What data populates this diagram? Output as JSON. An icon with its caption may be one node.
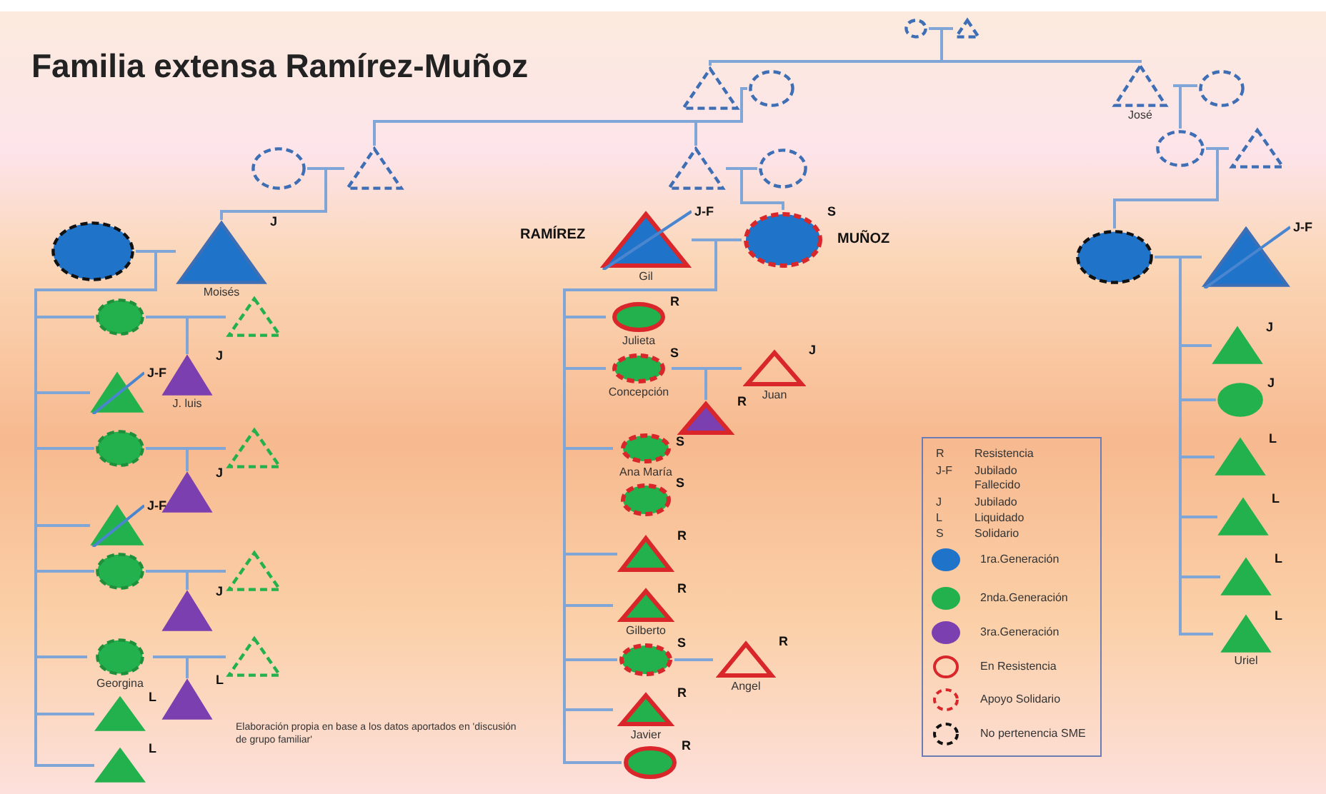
{
  "diagram": {
    "title": "Familia extensa Ramírez-Muñoz",
    "nodes": [
      {
        "text": [],
        "shape": "circle"
      },
      {
        "text": [],
        "shape": "triangle"
      },
      {
        "text": [],
        "shape": "triangle"
      },
      {
        "text": [],
        "shape": "circle"
      },
      {
        "text": [
          "José"
        ]
      },
      {
        "text": [],
        "shape": "circle"
      },
      {
        "text": [],
        "shape": "circle"
      },
      {
        "text": [],
        "shape": "triangle"
      },
      {
        "text": [],
        "shape": "triangle"
      },
      {
        "text": [],
        "shape": "circle"
      },
      {
        "text": [],
        "shape": "circle"
      },
      {
        "text": [],
        "shape": "triangle"
      },
      {
        "text": [],
        "shape": "circle"
      },
      {
        "text": [
          "Moisés"
        ],
        "beside": [
          "J"
        ]
      },
      {
        "text": [
          "Gil"
        ],
        "beside": [
          "J-F",
          "RAMÍREZ"
        ]
      },
      {
        "text": [],
        "shape": "circle",
        "beside": [
          "S",
          "MUÑOZ"
        ]
      },
      {
        "text": [],
        "shape": "circle"
      },
      {
        "text": [],
        "shape": "triangle",
        "beside": [
          "J-F"
        ]
      },
      {
        "text": [],
        "shape": "circle"
      },
      {
        "text": [],
        "shape": "triangle"
      },
      {
        "text": [
          "J. luis"
        ],
        "beside": [
          "J"
        ]
      },
      {
        "text": [],
        "shape": "triangle",
        "beside": [
          "J-F"
        ]
      },
      {
        "text": [],
        "shape": "circle"
      },
      {
        "text": [],
        "shape": "triangle"
      },
      {
        "text": [],
        "shape": "triangle",
        "beside": [
          "J"
        ]
      },
      {
        "text": [],
        "shape": "triangle",
        "beside": [
          "J-F"
        ]
      },
      {
        "text": [],
        "shape": "circle"
      },
      {
        "text": [],
        "shape": "triangle"
      },
      {
        "text": [],
        "shape": "triangle",
        "beside": [
          "J"
        ]
      },
      {
        "text": [
          "Georgina"
        ]
      },
      {
        "text": [],
        "shape": "triangle"
      },
      {
        "text": [],
        "shape": "triangle",
        "beside": [
          "L"
        ]
      },
      {
        "text": [],
        "shape": "triangle",
        "beside": [
          "L"
        ]
      },
      {
        "text": [],
        "shape": "triangle",
        "beside": [
          "L"
        ]
      },
      {
        "text": [
          "Julieta"
        ],
        "beside": [
          "R"
        ]
      },
      {
        "text": [
          "Concepción"
        ],
        "beside": [
          "S"
        ]
      },
      {
        "text": [
          "Juan"
        ],
        "beside": [
          "J"
        ]
      },
      {
        "text": [],
        "shape": "triangle",
        "beside": [
          "R"
        ]
      },
      {
        "text": [
          "Ana María"
        ],
        "beside": [
          "S"
        ]
      },
      {
        "text": [],
        "shape": "circle",
        "beside": [
          "S"
        ]
      },
      {
        "text": [],
        "shape": "triangle",
        "beside": [
          "R"
        ]
      },
      {
        "text": [
          "Gilberto"
        ],
        "beside": [
          "R"
        ]
      },
      {
        "text": [],
        "shape": "circle",
        "beside": [
          "S"
        ]
      },
      {
        "text": [
          "Angel"
        ],
        "beside": [
          "R"
        ]
      },
      {
        "text": [
          "Javier"
        ],
        "beside": [
          "R"
        ]
      },
      {
        "text": [],
        "shape": "circle",
        "beside": [
          "R"
        ]
      },
      {
        "text": [],
        "shape": "triangle",
        "beside": [
          "J"
        ]
      },
      {
        "text": [],
        "shape": "circle",
        "beside": [
          "J"
        ]
      },
      {
        "text": [],
        "shape": "triangle",
        "beside": [
          "L"
        ]
      },
      {
        "text": [],
        "shape": "triangle",
        "beside": [
          "L"
        ]
      },
      {
        "text": [],
        "shape": "triangle",
        "beside": [
          "L"
        ]
      },
      {
        "text": [
          "Uriel"
        ],
        "beside": [
          "L"
        ]
      }
    ],
    "edges": [
      {
        "from": 0,
        "to": 1,
        "arrow": "none"
      },
      {
        "from": 2,
        "to": 3,
        "arrow": "none"
      },
      {
        "from": 4,
        "to": 5,
        "arrow": "none"
      },
      {
        "from": 6,
        "to": 7,
        "arrow": "none"
      },
      {
        "from": 8,
        "to": 9,
        "arrow": "none"
      },
      {
        "from": 10,
        "to": 11,
        "arrow": "none"
      },
      {
        "from": 12,
        "to": 13,
        "arrow": "none"
      },
      {
        "from": 14,
        "to": 15,
        "arrow": "none"
      },
      {
        "from": 16,
        "to": 17,
        "arrow": "none"
      },
      {
        "from": 18,
        "to": 19,
        "arrow": "none"
      },
      {
        "from": 22,
        "to": 23,
        "arrow": "none"
      },
      {
        "from": 26,
        "to": 27,
        "arrow": "none"
      },
      {
        "from": 29,
        "to": 30,
        "arrow": "none"
      },
      {
        "from": 35,
        "to": 36,
        "arrow": "none"
      },
      {
        "from": 42,
        "to": 43,
        "arrow": "none"
      },
      {
        "from": 0,
        "to": 2,
        "arrow": "none"
      },
      {
        "from": 0,
        "to": 4,
        "arrow": "none"
      },
      {
        "from": 2,
        "to": 7,
        "arrow": "none"
      },
      {
        "from": 2,
        "to": 8,
        "arrow": "none"
      },
      {
        "from": 4,
        "to": 10,
        "arrow": "none"
      },
      {
        "from": 6,
        "to": 13,
        "arrow": "none"
      },
      {
        "from": 8,
        "to": 15,
        "arrow": "none"
      },
      {
        "from": 10,
        "to": 16,
        "arrow": "none"
      },
      {
        "from": 12,
        "to": 18,
        "arrow": "none"
      },
      {
        "from": 12,
        "to": 21,
        "arrow": "none"
      },
      {
        "from": 12,
        "to": 22,
        "arrow": "none"
      },
      {
        "from": 12,
        "to": 25,
        "arrow": "none"
      },
      {
        "from": 12,
        "to": 26,
        "arrow": "none"
      },
      {
        "from": 12,
        "to": 29,
        "arrow": "none"
      },
      {
        "from": 12,
        "to": 32,
        "arrow": "none"
      },
      {
        "from": 12,
        "to": 33,
        "arrow": "none"
      },
      {
        "from": 14,
        "to": 34,
        "arrow": "none"
      },
      {
        "from": 14,
        "to": 35,
        "arrow": "none"
      },
      {
        "from": 14,
        "to": 38,
        "arrow": "none"
      },
      {
        "from": 14,
        "to": 40,
        "arrow": "none"
      },
      {
        "from": 14,
        "to": 41,
        "arrow": "none"
      },
      {
        "from": 14,
        "to": 42,
        "arrow": "none"
      },
      {
        "from": 14,
        "to": 44,
        "arrow": "none"
      },
      {
        "from": 14,
        "to": 45,
        "arrow": "none"
      },
      {
        "from": 16,
        "to": 46,
        "arrow": "none"
      },
      {
        "from": 16,
        "to": 47,
        "arrow": "none"
      },
      {
        "from": 16,
        "to": 48,
        "arrow": "none"
      },
      {
        "from": 16,
        "to": 49,
        "arrow": "none"
      },
      {
        "from": 16,
        "to": 50,
        "arrow": "none"
      },
      {
        "from": 16,
        "to": 51,
        "arrow": "none"
      },
      {
        "from": 18,
        "to": 20,
        "arrow": "none"
      },
      {
        "from": 22,
        "to": 24,
        "arrow": "none"
      },
      {
        "from": 26,
        "to": 28,
        "arrow": "none"
      },
      {
        "from": 29,
        "to": 31,
        "arrow": "none"
      },
      {
        "from": 35,
        "to": 37,
        "arrow": "none"
      }
    ],
    "labels": [
      "R",
      "Resistencia",
      "J-F",
      "Jubilado Fallecido",
      "J",
      "Jubilado",
      "L",
      "Liquidado",
      "S",
      "Solidario",
      "Elaboración propia en base a los datos aportados en 'discusión de grupo familiar'"
    ],
    "legend": [
      {
        "text": "1ra.Generación",
        "color": "#1f73c8"
      },
      {
        "text": "2nda.Generación",
        "color": "#22b14c"
      },
      {
        "text": "3ra.Generación",
        "color": "#7b3fb0"
      },
      {
        "text": "En Resistencia"
      },
      {
        "text": "Apoyo Solidario"
      },
      {
        "text": "No pertenencia SME"
      }
    ]
  }
}
